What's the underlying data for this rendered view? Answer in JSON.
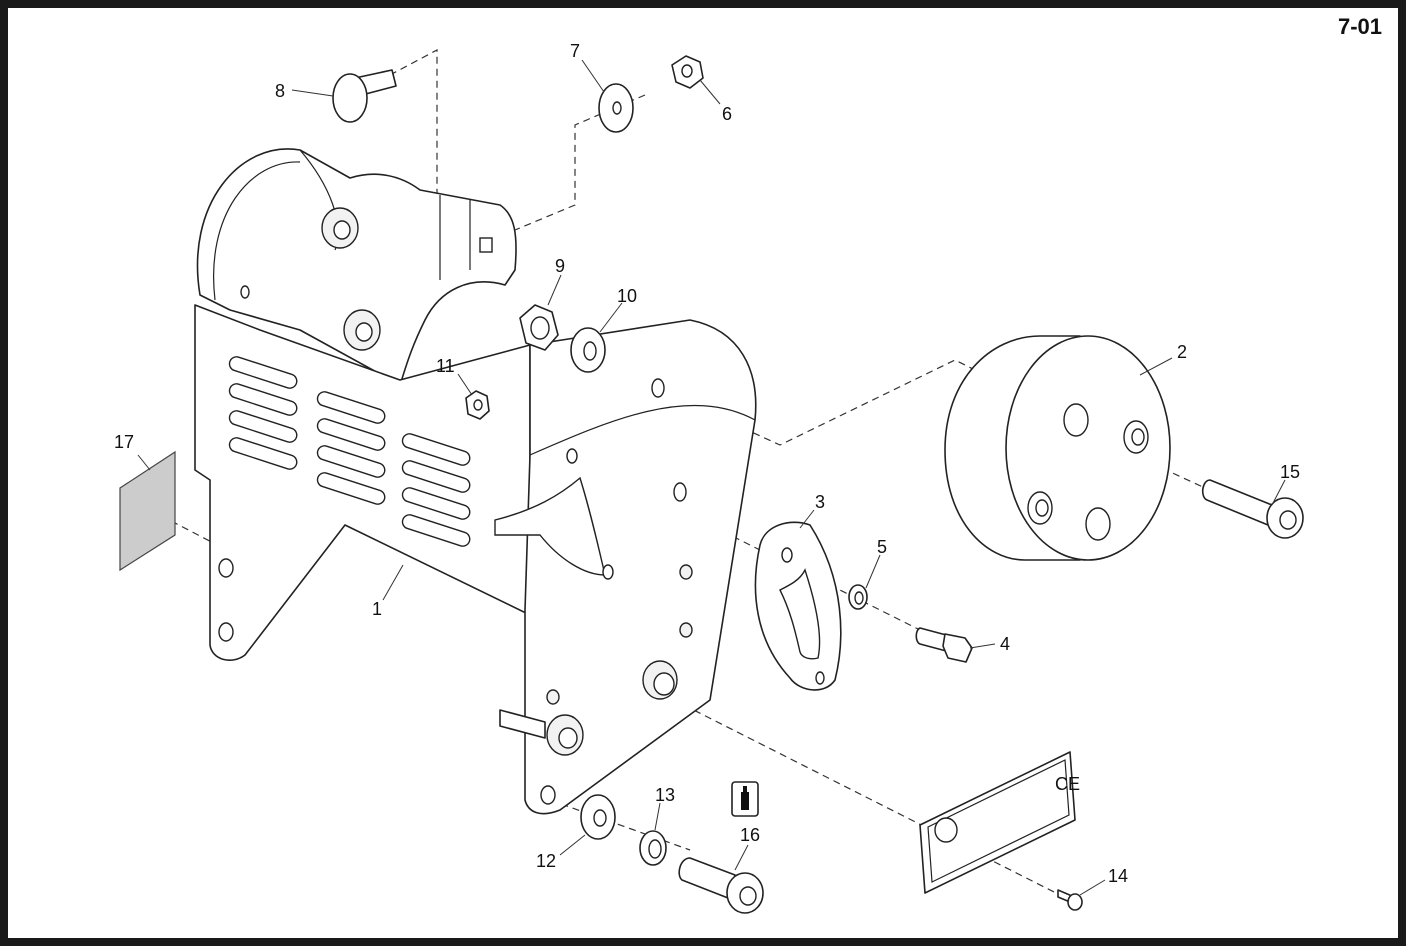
{
  "page_number": "7-01",
  "callouts": [
    {
      "id": "1",
      "label": "1"
    },
    {
      "id": "2",
      "label": "2"
    },
    {
      "id": "3",
      "label": "3"
    },
    {
      "id": "4",
      "label": "4"
    },
    {
      "id": "5",
      "label": "5"
    },
    {
      "id": "6",
      "label": "6"
    },
    {
      "id": "7",
      "label": "7"
    },
    {
      "id": "8",
      "label": "8"
    },
    {
      "id": "9",
      "label": "9"
    },
    {
      "id": "10",
      "label": "10"
    },
    {
      "id": "11",
      "label": "11"
    },
    {
      "id": "12",
      "label": "12"
    },
    {
      "id": "13",
      "label": "13"
    },
    {
      "id": "14",
      "label": "14"
    },
    {
      "id": "15",
      "label": "15"
    },
    {
      "id": "16",
      "label": "16"
    },
    {
      "id": "17",
      "label": "17"
    }
  ],
  "icons": [
    "threadlocker-icon",
    "ce-mark"
  ]
}
